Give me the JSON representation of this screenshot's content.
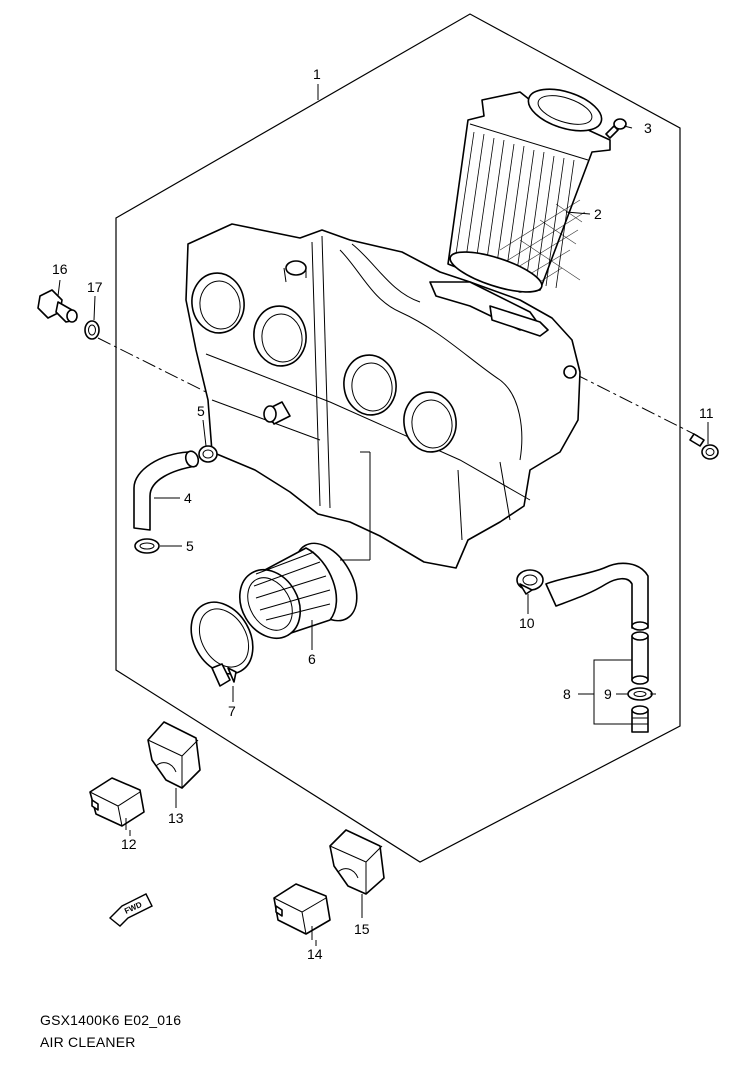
{
  "caption": {
    "model_code": "GSX1400K6 E02_016",
    "title": "AIR CLEANER"
  },
  "parts": [
    {
      "ref": "1"
    },
    {
      "ref": "2"
    },
    {
      "ref": "3"
    },
    {
      "ref": "4"
    },
    {
      "ref": "5"
    },
    {
      "ref": "5"
    },
    {
      "ref": "6"
    },
    {
      "ref": "7"
    },
    {
      "ref": "8"
    },
    {
      "ref": "9"
    },
    {
      "ref": "10"
    },
    {
      "ref": "11"
    },
    {
      "ref": "12"
    },
    {
      "ref": "13"
    },
    {
      "ref": "14"
    },
    {
      "ref": "15"
    },
    {
      "ref": "16"
    },
    {
      "ref": "17"
    }
  ],
  "fwd_marker": "FWD",
  "colors": {
    "line": "#000000",
    "background": "#ffffff"
  }
}
